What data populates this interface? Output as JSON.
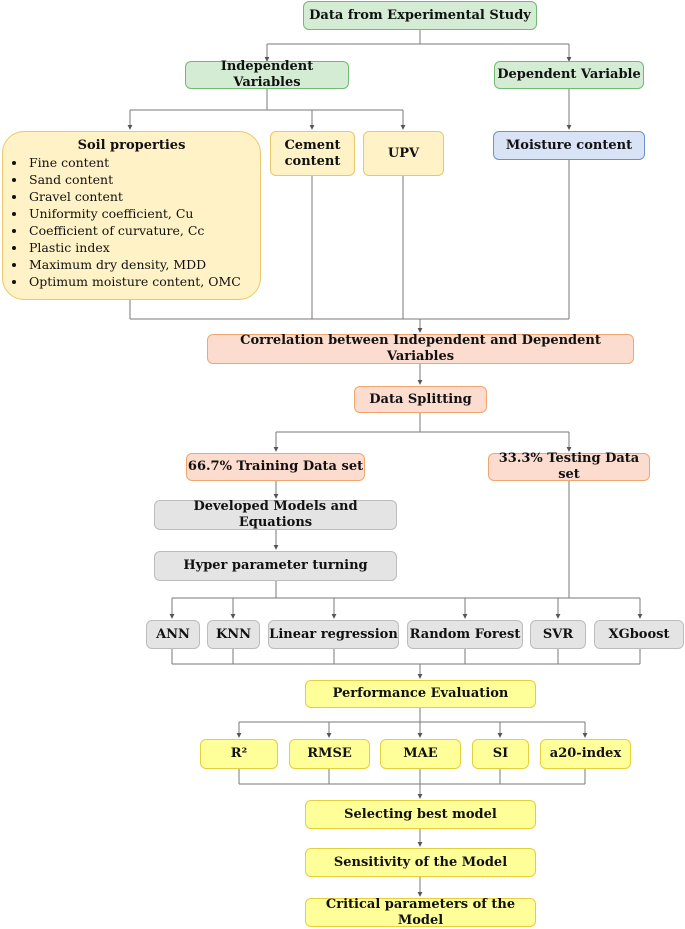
{
  "nodes": {
    "data_source": "Data from Experimental Study",
    "independent_variables": "Independent Variables",
    "dependent_variable": "Dependent Variable",
    "soil_properties": {
      "title": "Soil properties",
      "items": [
        "Fine content",
        "Sand content",
        "Gravel content",
        "Uniformity coefficient, Cu",
        "Coefficient of curvature, Cc",
        "Plastic index",
        "Maximum dry density, MDD",
        "Optimum moisture content, OMC"
      ]
    },
    "cement_content": "Cement content",
    "upv": "UPV",
    "moisture_content": "Moisture content",
    "correlation": "Correlation between Independent and Dependent Variables",
    "data_splitting": "Data Splitting",
    "training_set": "66.7% Training Data set",
    "testing_set": "33.3% Testing Data set",
    "developed_models": "Developed Models and Equations",
    "hyper_parameter": "Hyper parameter turning",
    "models": [
      "ANN",
      "KNN",
      "Linear regression",
      "Random Forest",
      "SVR",
      "XGboost"
    ],
    "performance_evaluation": "Performance Evaluation",
    "metrics": [
      "R²",
      "RMSE",
      "MAE",
      "SI",
      "a20-index"
    ],
    "selecting_best": "Selecting best model",
    "sensitivity": "Sensitivity of the Model",
    "critical_parameters": "Critical parameters of the Model"
  },
  "colors": {
    "green_fill": "#d5ecd4",
    "yellow_fill": "#fff2c6",
    "blue_fill": "#d9e3f6",
    "salmon_fill": "#fbdccf",
    "gray_fill": "#e4e4e4",
    "lemon_fill": "#ffff99",
    "connector": "#7a7a7a"
  }
}
